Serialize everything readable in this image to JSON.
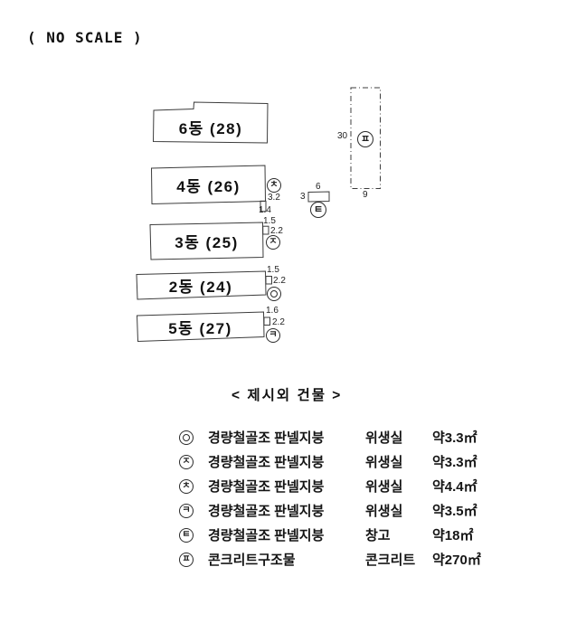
{
  "page": {
    "no_scale": "( NO SCALE )"
  },
  "drawing": {
    "buildings": {
      "b6": {
        "label": "6동 (28)"
      },
      "b4": {
        "label": "4동 (26)",
        "symbol": "ㅊ",
        "dim_height": "3.2",
        "dim_width": "1.4"
      },
      "b3": {
        "label": "3동 (25)",
        "symbol": "ㅈ",
        "dim_top": "1.5",
        "dim_side": "2.2"
      },
      "b2": {
        "label": "2동 (24)",
        "symbol": "◎",
        "dim_top": "1.5",
        "dim_side": "2.2"
      },
      "b5": {
        "label": "5동 (27)",
        "symbol": "ㅋ",
        "dim_top": "1.6",
        "dim_side": "2.2"
      },
      "shed": {
        "symbol": "ㅌ",
        "dim_top": "6",
        "dim_left": "3"
      },
      "concrete": {
        "symbol": "ㅍ",
        "dim_left": "30",
        "dim_bottom": "9"
      }
    }
  },
  "legend": {
    "title": "< 제시외 건물 >",
    "items": [
      {
        "symbol": "◎",
        "cols": [
          "경량철골조 판넬지붕",
          "위생실",
          "약3.3㎡"
        ]
      },
      {
        "symbol": "ㅈ",
        "cols": [
          "경량철골조 판넬지붕",
          "위생실",
          "약3.3㎡"
        ]
      },
      {
        "symbol": "ㅊ",
        "cols": [
          "경량철골조 판넬지붕",
          "위생실",
          "약4.4㎡"
        ]
      },
      {
        "symbol": "ㅋ",
        "cols": [
          "경량철골조 판넬지붕",
          "위생실",
          "약3.5㎡"
        ]
      },
      {
        "symbol": "ㅌ",
        "cols": [
          "경량철골조 판넬지붕",
          "창고",
          "약18㎡"
        ]
      },
      {
        "symbol": "ㅍ",
        "cols": [
          "콘크리트구조물",
          "콘크리트",
          "약270㎡"
        ]
      }
    ]
  }
}
